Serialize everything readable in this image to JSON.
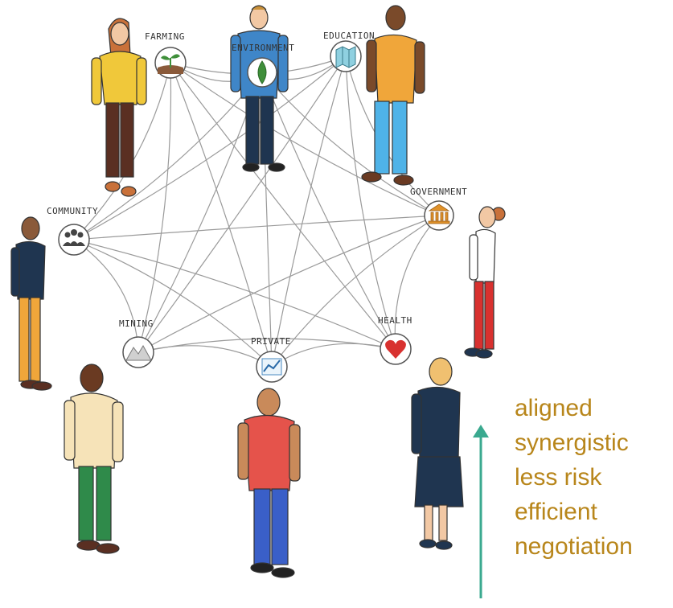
{
  "diagram": {
    "hub": "ENVIRONMENT",
    "nodes": [
      {
        "id": "farming",
        "label": "FARMING",
        "icon": "sprout-icon"
      },
      {
        "id": "environment",
        "label": "ENVIRONMENT",
        "icon": "leaf-icon"
      },
      {
        "id": "education",
        "label": "EDUCATION",
        "icon": "map-icon"
      },
      {
        "id": "government",
        "label": "GOVERNMENT",
        "icon": "institution-icon"
      },
      {
        "id": "health",
        "label": "HEALTH",
        "icon": "heart-icon"
      },
      {
        "id": "private",
        "label": "PRIVATE",
        "icon": "trend-chart-icon"
      },
      {
        "id": "mining",
        "label": "MINING",
        "icon": "mountain-icon"
      },
      {
        "id": "community",
        "label": "COMMUNITY",
        "icon": "people-group-icon"
      }
    ],
    "connections": "all-to-all"
  },
  "outcomes": {
    "items": [
      "aligned",
      "synergistic",
      "less risk",
      "efficient",
      "negotiation"
    ],
    "text_color": "#b8861b",
    "arrow_color": "#3aa98f",
    "arrow_direction": "up"
  },
  "colors": {
    "line": "#9a9a9a",
    "icon_ring": "#555555",
    "heart": "#d8312f",
    "leaf": "#3f8f3a",
    "shirt_blue": "#3f86c8",
    "shirt_orange": "#f0a63a",
    "shirt_red": "#e5534b",
    "shirt_yellow": "#f0c83a",
    "trousers_red": "#d8312f",
    "trousers_green": "#2f8a4a",
    "trousers_blue": "#3a5fc8",
    "navy": "#1f3550"
  }
}
